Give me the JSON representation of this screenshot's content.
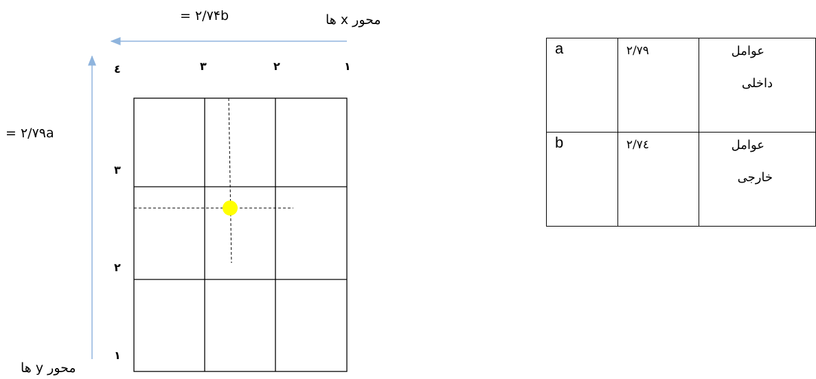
{
  "diagram": {
    "x_axis_label": "محور x ها",
    "y_axis_label": "محور y ها",
    "b_label": "= ۲/۷۴b",
    "a_label": "= ۲/۷۹a",
    "x_ticks": [
      "۱",
      "۲",
      "۳",
      "٤"
    ],
    "y_ticks": [
      "۳",
      "۲",
      "۱"
    ],
    "point": {
      "x": 2.74,
      "y": 2.79,
      "color": "#ffff00"
    },
    "axis_color": "#8fb4dd"
  },
  "table": {
    "rows": [
      {
        "letter": "a",
        "value": "۲/۷۹",
        "name_line1": "عوامل",
        "name_line2": "داخلی"
      },
      {
        "letter": "b",
        "value": "۲/۷٤",
        "name_line1": "عوامل",
        "name_line2": "خارجی"
      }
    ]
  }
}
